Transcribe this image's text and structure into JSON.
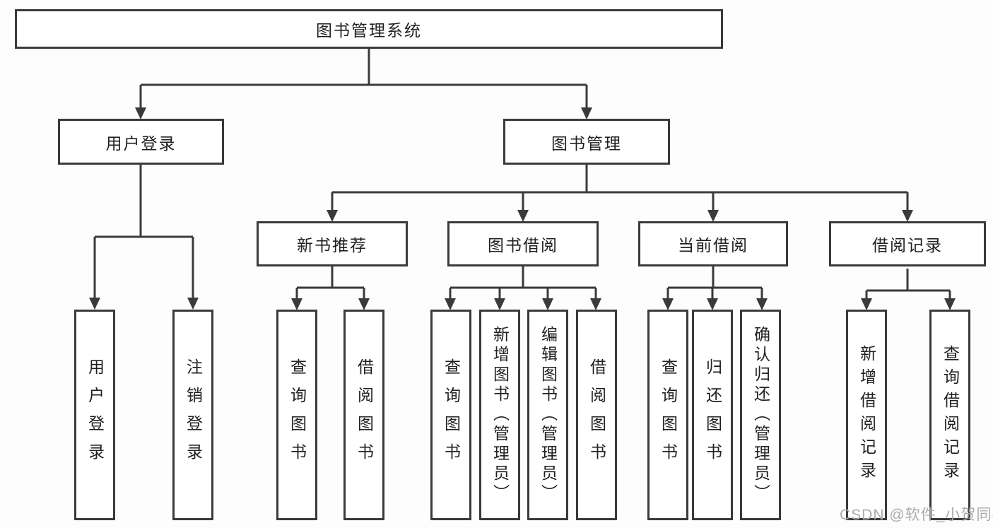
{
  "diagram_type": "hierarchy-tree",
  "nodes": {
    "root": "图书管理系统",
    "level2": [
      "用户登录",
      "图书管理"
    ],
    "level3": [
      "新书推荐",
      "图书借阅",
      "当前借阅",
      "借阅记录"
    ],
    "leaves": [
      "用户登录",
      "注销登录",
      "查询图书",
      "借阅图书",
      "查询图书",
      "新增图书（管理员）",
      "编辑图书（管理员）",
      "借阅图书",
      "查询图书",
      "归还图书",
      "确认归还（管理员）",
      "新增借阅记录",
      "查询借阅记录"
    ]
  },
  "hierarchy": {
    "图书管理系统": {
      "用户登录": [
        "用户登录",
        "注销登录"
      ],
      "图书管理": {
        "新书推荐": [
          "查询图书",
          "借阅图书"
        ],
        "图书借阅": [
          "查询图书",
          "新增图书（管理员）",
          "编辑图书（管理员）",
          "借阅图书"
        ],
        "当前借阅": [
          "查询图书",
          "归还图书",
          "确认归还（管理员）"
        ],
        "借阅记录": [
          "新增借阅记录",
          "查询借阅记录"
        ]
      }
    }
  },
  "watermark": "CSDN @软件_小贺同学",
  "colors": {
    "line": "#3a3a3a",
    "node_border": "#3a3a3a",
    "node_fill": "#ffffff",
    "text": "#212121",
    "watermark": "#ababab",
    "background": "#fdfdfd"
  }
}
